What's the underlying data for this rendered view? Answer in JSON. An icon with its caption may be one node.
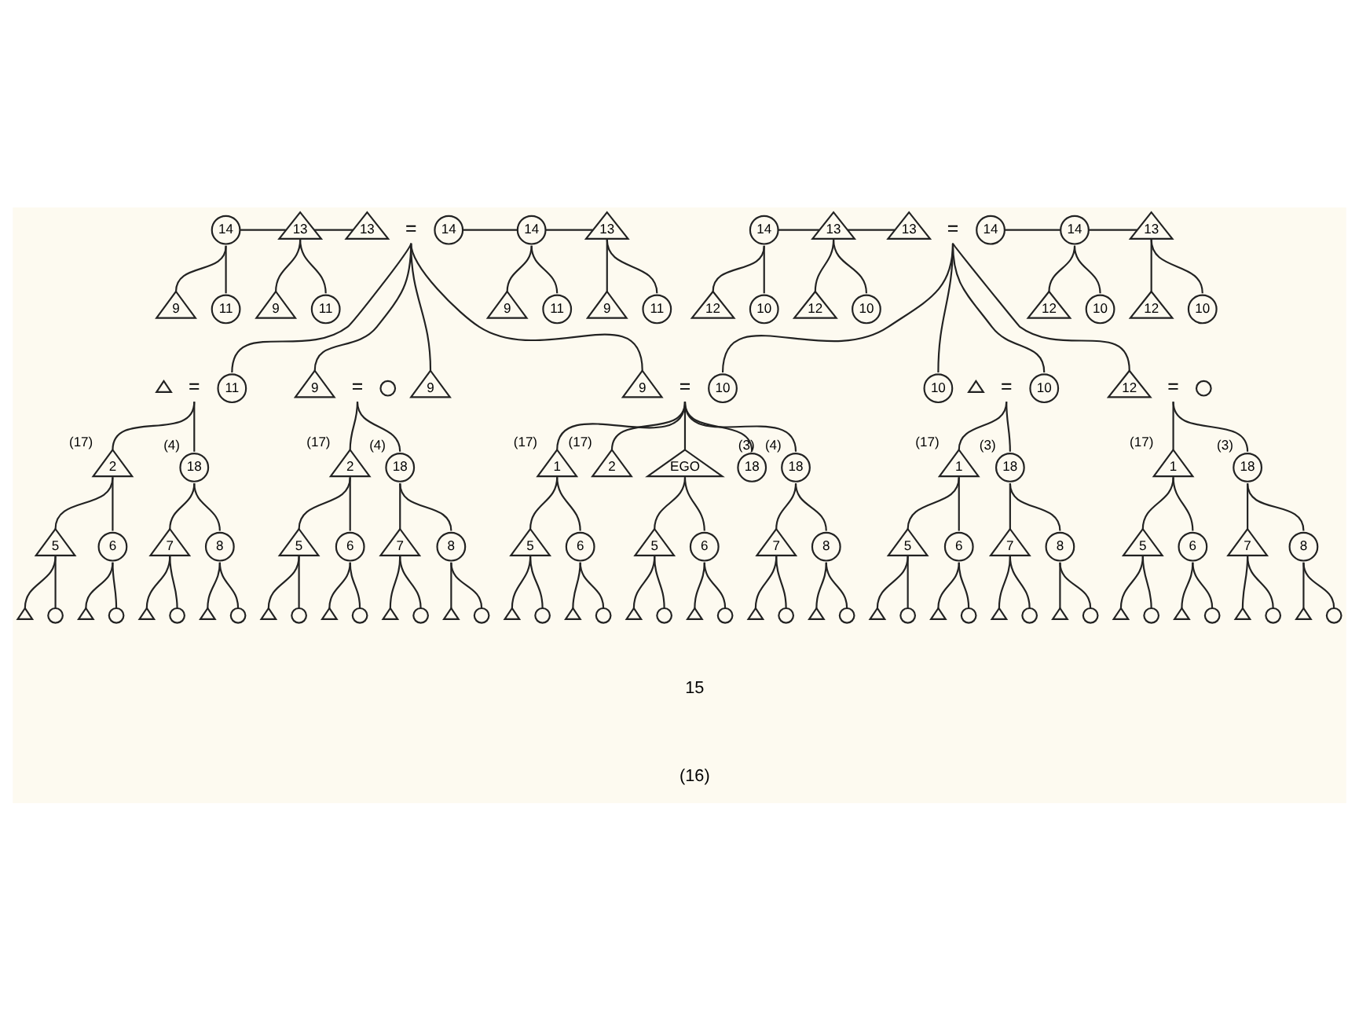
{
  "diagram": {
    "nodes": [
      {
        "text": [
          "14"
        ]
      },
      {
        "text": [
          "13"
        ]
      },
      {
        "text": [
          "13"
        ]
      },
      {
        "text": [
          "="
        ]
      },
      {
        "text": [
          "14"
        ]
      },
      {
        "text": [
          "14"
        ]
      },
      {
        "text": [
          "13"
        ]
      },
      {
        "text": [
          "14"
        ]
      },
      {
        "text": [
          "13"
        ]
      },
      {
        "text": [
          "13"
        ]
      },
      {
        "text": [
          "="
        ]
      },
      {
        "text": [
          "14"
        ]
      },
      {
        "text": [
          "14"
        ]
      },
      {
        "text": [
          "13"
        ]
      },
      {
        "text": [
          "9"
        ]
      },
      {
        "text": [
          "11"
        ]
      },
      {
        "text": [
          "9"
        ]
      },
      {
        "text": [
          "11"
        ]
      },
      {
        "text": [
          "9"
        ]
      },
      {
        "text": [
          "11"
        ]
      },
      {
        "text": [
          "9"
        ]
      },
      {
        "text": [
          "11"
        ]
      },
      {
        "text": [
          "12"
        ]
      },
      {
        "text": [
          "10"
        ]
      },
      {
        "text": [
          "12"
        ]
      },
      {
        "text": [
          "10"
        ]
      },
      {
        "text": [
          "12"
        ]
      },
      {
        "text": [
          "10"
        ]
      },
      {
        "text": [
          "12"
        ]
      },
      {
        "text": [
          "10"
        ]
      },
      {
        "text": [],
        "shape": "triangle"
      },
      {
        "text": [
          "="
        ]
      },
      {
        "text": [
          "11"
        ]
      },
      {
        "text": [
          "9"
        ]
      },
      {
        "text": [
          "="
        ]
      },
      {
        "text": [],
        "shape": "circle"
      },
      {
        "text": [
          "9"
        ]
      },
      {
        "text": [
          "9"
        ]
      },
      {
        "text": [
          "="
        ]
      },
      {
        "text": [
          "10"
        ]
      },
      {
        "text": [
          "10"
        ]
      },
      {
        "text": [],
        "shape": "triangle"
      },
      {
        "text": [
          "="
        ]
      },
      {
        "text": [
          "10"
        ]
      },
      {
        "text": [
          "12"
        ]
      },
      {
        "text": [
          "="
        ]
      },
      {
        "text": [],
        "shape": "circle"
      },
      {
        "text": [
          "2"
        ],
        "beside": [
          "(17)"
        ]
      },
      {
        "text": [
          "18"
        ],
        "beside": [
          "(4)"
        ]
      },
      {
        "text": [
          "2"
        ],
        "beside": [
          "(17)"
        ]
      },
      {
        "text": [
          "18"
        ],
        "beside": [
          "(4)"
        ]
      },
      {
        "text": [
          "1"
        ],
        "beside": [
          "(17)"
        ]
      },
      {
        "text": [
          "2"
        ],
        "beside": [
          "(17)"
        ]
      },
      {
        "text": [
          "EGO"
        ]
      },
      {
        "text": [
          "18"
        ],
        "beside": [
          "(3)"
        ]
      },
      {
        "text": [
          "18"
        ],
        "beside": [
          "(4)"
        ]
      },
      {
        "text": [
          "1"
        ],
        "beside": [
          "(17)"
        ]
      },
      {
        "text": [
          "18"
        ],
        "beside": [
          "(3)"
        ]
      },
      {
        "text": [
          "1"
        ],
        "beside": [
          "(17)"
        ]
      },
      {
        "text": [
          "18"
        ],
        "beside": [
          "(3)"
        ]
      },
      {
        "text": [
          "5"
        ]
      },
      {
        "text": [
          "6"
        ]
      },
      {
        "text": [
          "7"
        ]
      },
      {
        "text": [
          "8"
        ]
      },
      {
        "text": [
          "5"
        ]
      },
      {
        "text": [
          "6"
        ]
      },
      {
        "text": [
          "7"
        ]
      },
      {
        "text": [
          "8"
        ]
      },
      {
        "text": [
          "5"
        ]
      },
      {
        "text": [
          "6"
        ]
      },
      {
        "text": [
          "5"
        ]
      },
      {
        "text": [
          "6"
        ]
      },
      {
        "text": [
          "7"
        ]
      },
      {
        "text": [
          "8"
        ]
      },
      {
        "text": [
          "5"
        ]
      },
      {
        "text": [
          "6"
        ]
      },
      {
        "text": [
          "7"
        ]
      },
      {
        "text": [
          "8"
        ]
      },
      {
        "text": [
          "5"
        ]
      },
      {
        "text": [
          "6"
        ]
      },
      {
        "text": [
          "7"
        ]
      },
      {
        "text": [
          "8"
        ]
      },
      {
        "text": [],
        "shape": "triangle"
      },
      {
        "text": [],
        "shape": "circle"
      },
      {
        "text": [],
        "shape": "triangle"
      },
      {
        "text": [],
        "shape": "circle"
      },
      {
        "text": [],
        "shape": "triangle"
      },
      {
        "text": [],
        "shape": "circle"
      },
      {
        "text": [],
        "shape": "triangle"
      },
      {
        "text": [],
        "shape": "circle"
      },
      {
        "text": [],
        "shape": "triangle"
      },
      {
        "text": [],
        "shape": "circle"
      },
      {
        "text": [],
        "shape": "triangle"
      },
      {
        "text": [],
        "shape": "circle"
      },
      {
        "text": [],
        "shape": "triangle"
      },
      {
        "text": [],
        "shape": "circle"
      },
      {
        "text": [],
        "shape": "triangle"
      },
      {
        "text": [],
        "shape": "circle"
      },
      {
        "text": [],
        "shape": "triangle"
      },
      {
        "text": [],
        "shape": "circle"
      },
      {
        "text": [],
        "shape": "triangle"
      },
      {
        "text": [],
        "shape": "circle"
      },
      {
        "text": [],
        "shape": "triangle"
      },
      {
        "text": [],
        "shape": "circle"
      },
      {
        "text": [],
        "shape": "triangle"
      },
      {
        "text": [],
        "shape": "circle"
      },
      {
        "text": [],
        "shape": "triangle"
      },
      {
        "text": [],
        "shape": "circle"
      },
      {
        "text": [],
        "shape": "triangle"
      },
      {
        "text": [],
        "shape": "circle"
      },
      {
        "text": [],
        "shape": "triangle"
      },
      {
        "text": [],
        "shape": "circle"
      },
      {
        "text": [],
        "shape": "triangle"
      },
      {
        "text": [],
        "shape": "circle"
      },
      {
        "text": [],
        "shape": "triangle"
      },
      {
        "text": [],
        "shape": "circle"
      },
      {
        "text": [],
        "shape": "triangle"
      },
      {
        "text": [],
        "shape": "circle"
      },
      {
        "text": [],
        "shape": "triangle"
      },
      {
        "text": [],
        "shape": "circle"
      },
      {
        "text": [],
        "shape": "triangle"
      },
      {
        "text": [],
        "shape": "circle"
      },
      {
        "text": [],
        "shape": "triangle"
      },
      {
        "text": [],
        "shape": "circle"
      },
      {
        "text": [],
        "shape": "triangle"
      },
      {
        "text": [],
        "shape": "circle"
      }
    ],
    "edges": [
      {
        "from": 0,
        "to": 1,
        "arrow": "none"
      },
      {
        "from": 1,
        "to": 2,
        "arrow": "none"
      },
      {
        "from": 4,
        "to": 5,
        "arrow": "none"
      },
      {
        "from": 5,
        "to": 6,
        "arrow": "none"
      },
      {
        "from": 7,
        "to": 8,
        "arrow": "none"
      },
      {
        "from": 8,
        "to": 9,
        "arrow": "none"
      },
      {
        "from": 11,
        "to": 12,
        "arrow": "none"
      },
      {
        "from": 12,
        "to": 13,
        "arrow": "none"
      },
      {
        "from": 0,
        "to": 14,
        "arrow": "none"
      },
      {
        "from": 0,
        "to": 15,
        "arrow": "none"
      },
      {
        "from": 1,
        "to": 16,
        "arrow": "none"
      },
      {
        "from": 1,
        "to": 17,
        "arrow": "none"
      },
      {
        "from": 5,
        "to": 18,
        "arrow": "none"
      },
      {
        "from": 5,
        "to": 19,
        "arrow": "none"
      },
      {
        "from": 6,
        "to": 20,
        "arrow": "none"
      },
      {
        "from": 6,
        "to": 21,
        "arrow": "none"
      },
      {
        "from": 7,
        "to": 22,
        "arrow": "none"
      },
      {
        "from": 7,
        "to": 23,
        "arrow": "none"
      },
      {
        "from": 8,
        "to": 24,
        "arrow": "none"
      },
      {
        "from": 8,
        "to": 25,
        "arrow": "none"
      },
      {
        "from": 12,
        "to": 26,
        "arrow": "none"
      },
      {
        "from": 12,
        "to": 27,
        "arrow": "none"
      },
      {
        "from": 13,
        "to": 28,
        "arrow": "none"
      },
      {
        "from": 13,
        "to": 29,
        "arrow": "none"
      },
      {
        "from": 3,
        "to": 32,
        "arrow": "none"
      },
      {
        "from": 3,
        "to": 33,
        "arrow": "none"
      },
      {
        "from": 3,
        "to": 36,
        "arrow": "none"
      },
      {
        "from": 3,
        "to": 37,
        "arrow": "none"
      },
      {
        "from": 10,
        "to": 39,
        "arrow": "none"
      },
      {
        "from": 10,
        "to": 40,
        "arrow": "none"
      },
      {
        "from": 10,
        "to": 43,
        "arrow": "none"
      },
      {
        "from": 10,
        "to": 44,
        "arrow": "none"
      },
      {
        "from": 31,
        "to": 47,
        "arrow": "none"
      },
      {
        "from": 31,
        "to": 48,
        "arrow": "none"
      },
      {
        "from": 34,
        "to": 49,
        "arrow": "none"
      },
      {
        "from": 34,
        "to": 50,
        "arrow": "none"
      },
      {
        "from": 38,
        "to": 51,
        "arrow": "none"
      },
      {
        "from": 38,
        "to": 52,
        "arrow": "none"
      },
      {
        "from": 38,
        "to": 53,
        "arrow": "none"
      },
      {
        "from": 38,
        "to": 54,
        "arrow": "none"
      },
      {
        "from": 38,
        "to": 55,
        "arrow": "none"
      },
      {
        "from": 42,
        "to": 56,
        "arrow": "none"
      },
      {
        "from": 42,
        "to": 57,
        "arrow": "none"
      },
      {
        "from": 45,
        "to": 58,
        "arrow": "none"
      },
      {
        "from": 45,
        "to": 59,
        "arrow": "none"
      },
      {
        "from": 47,
        "to": 60,
        "arrow": "none"
      },
      {
        "from": 47,
        "to": 61,
        "arrow": "none"
      },
      {
        "from": 48,
        "to": 62,
        "arrow": "none"
      },
      {
        "from": 48,
        "to": 63,
        "arrow": "none"
      },
      {
        "from": 49,
        "to": 64,
        "arrow": "none"
      },
      {
        "from": 49,
        "to": 65,
        "arrow": "none"
      },
      {
        "from": 50,
        "to": 66,
        "arrow": "none"
      },
      {
        "from": 50,
        "to": 67,
        "arrow": "none"
      },
      {
        "from": 51,
        "to": 68,
        "arrow": "none"
      },
      {
        "from": 51,
        "to": 69,
        "arrow": "none"
      },
      {
        "from": 53,
        "to": 70,
        "arrow": "none"
      },
      {
        "from": 53,
        "to": 71,
        "arrow": "none"
      },
      {
        "from": 55,
        "to": 72,
        "arrow": "none"
      },
      {
        "from": 55,
        "to": 73,
        "arrow": "none"
      },
      {
        "from": 56,
        "to": 74,
        "arrow": "none"
      },
      {
        "from": 56,
        "to": 75,
        "arrow": "none"
      },
      {
        "from": 57,
        "to": 76,
        "arrow": "none"
      },
      {
        "from": 57,
        "to": 77,
        "arrow": "none"
      },
      {
        "from": 58,
        "to": 78,
        "arrow": "none"
      },
      {
        "from": 58,
        "to": 79,
        "arrow": "none"
      },
      {
        "from": 59,
        "to": 80,
        "arrow": "none"
      },
      {
        "from": 59,
        "to": 81,
        "arrow": "none"
      },
      {
        "from": 60,
        "to": 82,
        "arrow": "none"
      },
      {
        "from": 60,
        "to": 83,
        "arrow": "none"
      },
      {
        "from": 61,
        "to": 84,
        "arrow": "none"
      },
      {
        "from": 61,
        "to": 85,
        "arrow": "none"
      },
      {
        "from": 62,
        "to": 86,
        "arrow": "none"
      },
      {
        "from": 62,
        "to": 87,
        "arrow": "none"
      },
      {
        "from": 63,
        "to": 88,
        "arrow": "none"
      },
      {
        "from": 63,
        "to": 89,
        "arrow": "none"
      },
      {
        "from": 64,
        "to": 90,
        "arrow": "none"
      },
      {
        "from": 64,
        "to": 91,
        "arrow": "none"
      },
      {
        "from": 65,
        "to": 92,
        "arrow": "none"
      },
      {
        "from": 65,
        "to": 93,
        "arrow": "none"
      },
      {
        "from": 66,
        "to": 94,
        "arrow": "none"
      },
      {
        "from": 66,
        "to": 95,
        "arrow": "none"
      },
      {
        "from": 67,
        "to": 96,
        "arrow": "none"
      },
      {
        "from": 67,
        "to": 97,
        "arrow": "none"
      },
      {
        "from": 68,
        "to": 98,
        "arrow": "none"
      },
      {
        "from": 68,
        "to": 99,
        "arrow": "none"
      },
      {
        "from": 69,
        "to": 100,
        "arrow": "none"
      },
      {
        "from": 69,
        "to": 101,
        "arrow": "none"
      },
      {
        "from": 70,
        "to": 102,
        "arrow": "none"
      },
      {
        "from": 70,
        "to": 103,
        "arrow": "none"
      },
      {
        "from": 71,
        "to": 104,
        "arrow": "none"
      },
      {
        "from": 71,
        "to": 105,
        "arrow": "none"
      },
      {
        "from": 72,
        "to": 106,
        "arrow": "none"
      },
      {
        "from": 72,
        "to": 107,
        "arrow": "none"
      },
      {
        "from": 73,
        "to": 108,
        "arrow": "none"
      },
      {
        "from": 73,
        "to": 109,
        "arrow": "none"
      },
      {
        "from": 74,
        "to": 110,
        "arrow": "none"
      },
      {
        "from": 74,
        "to": 111,
        "arrow": "none"
      },
      {
        "from": 75,
        "to": 112,
        "arrow": "none"
      },
      {
        "from": 75,
        "to": 113,
        "arrow": "none"
      },
      {
        "from": 76,
        "to": 114,
        "arrow": "none"
      },
      {
        "from": 76,
        "to": 115,
        "arrow": "none"
      },
      {
        "from": 77,
        "to": 116,
        "arrow": "none"
      },
      {
        "from": 77,
        "to": 117,
        "arrow": "none"
      },
      {
        "from": 78,
        "to": 118,
        "arrow": "none"
      },
      {
        "from": 78,
        "to": 119,
        "arrow": "none"
      },
      {
        "from": 79,
        "to": 120,
        "arrow": "none"
      },
      {
        "from": 79,
        "to": 121,
        "arrow": "none"
      },
      {
        "from": 80,
        "to": 122,
        "arrow": "none"
      },
      {
        "from": 80,
        "to": 123,
        "arrow": "none"
      },
      {
        "from": 81,
        "to": 124,
        "arrow": "none"
      },
      {
        "from": 81,
        "to": 125,
        "arrow": "none"
      }
    ],
    "labels": [
      "15",
      "(16)"
    ]
  }
}
